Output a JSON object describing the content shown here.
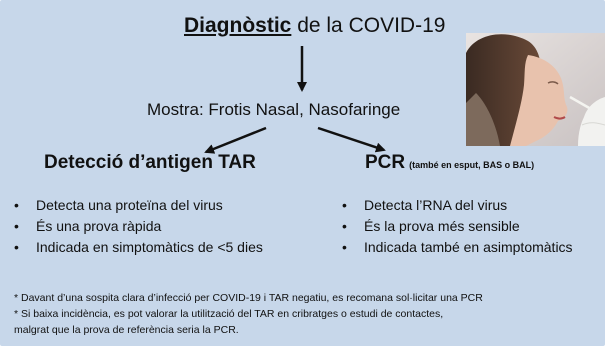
{
  "title": {
    "emphasis": "Diagnòstic",
    "rest": " de la COVID-19"
  },
  "sample": "Mostra: Frotis Nasal, Nasofaringe",
  "left": {
    "heading": "Detecció d’antigen TAR",
    "items": [
      "Detecta una proteïna del virus",
      "És una prova ràpida",
      "Indicada en simptomàtics de <5 dies"
    ]
  },
  "right": {
    "heading": "PCR",
    "heading_note": "(també en esput, BAS o BAL)",
    "items": [
      "Detecta l’RNA del virus",
      "És la prova més sensible",
      "Indicada també en asimptomàtics"
    ]
  },
  "bullet": "•",
  "notes": [
    "* Davant d’una sospita clara d’infecció per COVID-19 i TAR negatiu, es recomana sol·licitar una PCR",
    "* Si baixa incidència, es pot valorar la utilització del TAR en cribratges o estudi de contactes,",
    "malgrat que la prova de referència seria la PCR."
  ],
  "colors": {
    "background": "#c7d7ea",
    "text": "#111111"
  },
  "photo_icon": "nasal-swab-photo"
}
